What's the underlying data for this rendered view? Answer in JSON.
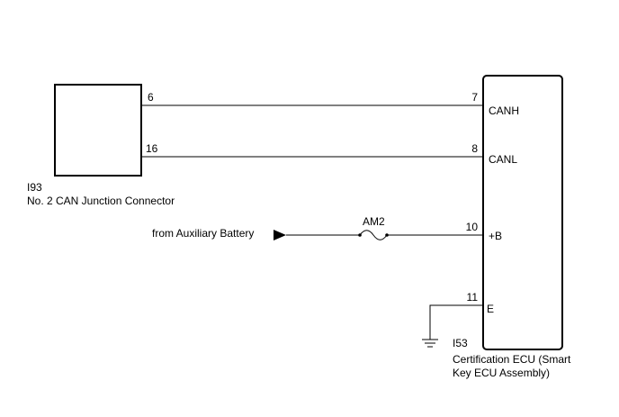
{
  "junction_connector": {
    "code": "I93",
    "name": "No. 2 CAN Junction Connector",
    "pins": {
      "canh": "6",
      "canl": "16"
    }
  },
  "ecu": {
    "code": "I53",
    "name_line1": "Certification ECU (Smart",
    "name_line2": "Key ECU Assembly)",
    "pins": {
      "canh": {
        "number": "7",
        "label": "CANH"
      },
      "canl": {
        "number": "8",
        "label": "CANL"
      },
      "b": {
        "number": "10",
        "label": "+B"
      },
      "e": {
        "number": "11",
        "label": "E"
      }
    }
  },
  "power": {
    "source": "from Auxiliary Battery",
    "fuse": "AM2"
  }
}
